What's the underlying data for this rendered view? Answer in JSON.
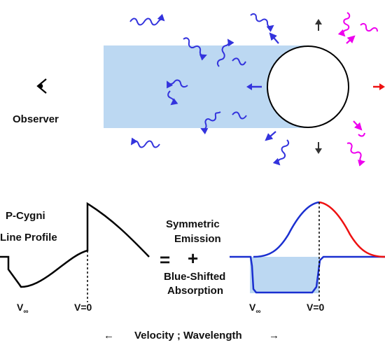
{
  "diagram": {
    "title": "",
    "observer_label": "Observer",
    "profile_label_line1": "P-Cygni",
    "profile_label_line2": "Line Profile",
    "equals_sign": "=",
    "emission_label_line1": "Symmetric",
    "emission_label_line2": "Emission",
    "plus_sign": "+",
    "absorption_label_line1": "Blue-Shifted",
    "absorption_label_line2": "Absorption",
    "v_inf_base": "V",
    "v_inf_sub": "∞",
    "v_zero": "V=0",
    "axis_caption": "Velocity ; Wavelength",
    "left_arrow": "←",
    "right_arrow": "→"
  },
  "colors": {
    "beam": "#bcd8f2",
    "blue_photon": "#3333dd",
    "magenta_photon": "#ee00ee",
    "red_arrow": "#ee1111",
    "emission_blue": "#1a2fd0",
    "emission_red": "#ee1111",
    "absorption_fill": "#bcd8f2"
  },
  "icons": [
    "eye-icon",
    "star-icon",
    "arrow-icon",
    "photon-icon"
  ]
}
